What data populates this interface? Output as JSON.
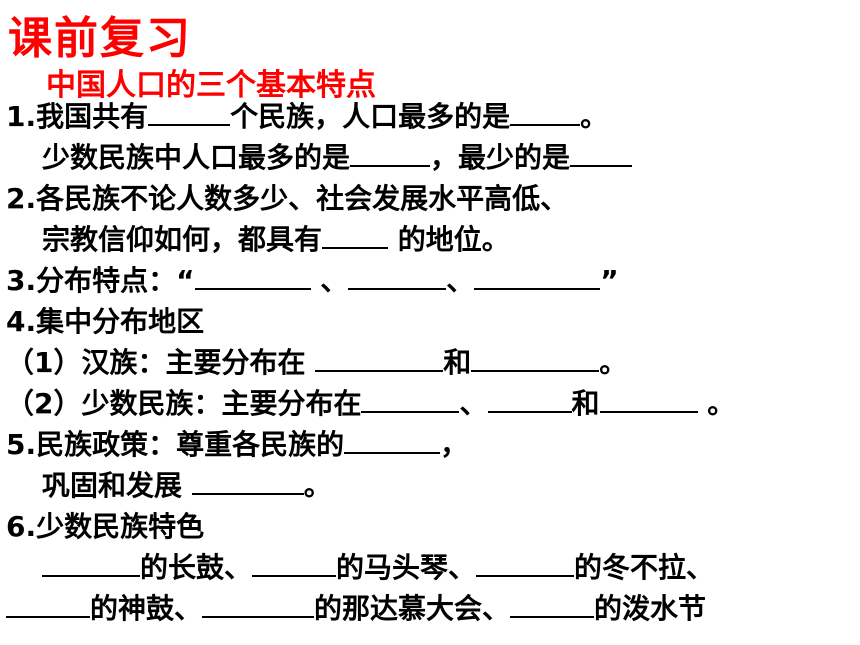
{
  "title": "课前复习",
  "subtitle": "中国人口的三个基本特点",
  "lines": {
    "l1a": "1.我国共有",
    "l1b": "个民族，人口最多的是",
    "l1c": "。",
    "l2a": "少数民族中人口最多的是",
    "l2b": "，最少的是",
    "l3a": "2.各民族不论人数多少、社会发展水平高低、",
    "l4a": "宗教信仰如何，都具有",
    "l4b": " 的地位。",
    "l5a": "3.分布特点：“",
    "l5b": " 、",
    "l5c": "、",
    "l5d": "”",
    "l6a": "4.集中分布地区",
    "l7a": "（1）汉族：主要分布在 ",
    "l7b": "和",
    "l7c": "。",
    "l8a": "（2）少数民族：主要分布在",
    "l8b": "、",
    "l8c": "和",
    "l8d": " 。",
    "l9a": "5.民族政策：尊重各民族的",
    "l9b": "，",
    "l10a": "巩固和发展 ",
    "l10b": "。",
    "l11a": "6.少数民族特色",
    "l12a": "的长鼓、",
    "l12b": "的马头琴、",
    "l12c": "的冬不拉、",
    "l13a": "的神鼓、",
    "l13b": "的那达慕大会、",
    "l13c": "的泼水节"
  }
}
